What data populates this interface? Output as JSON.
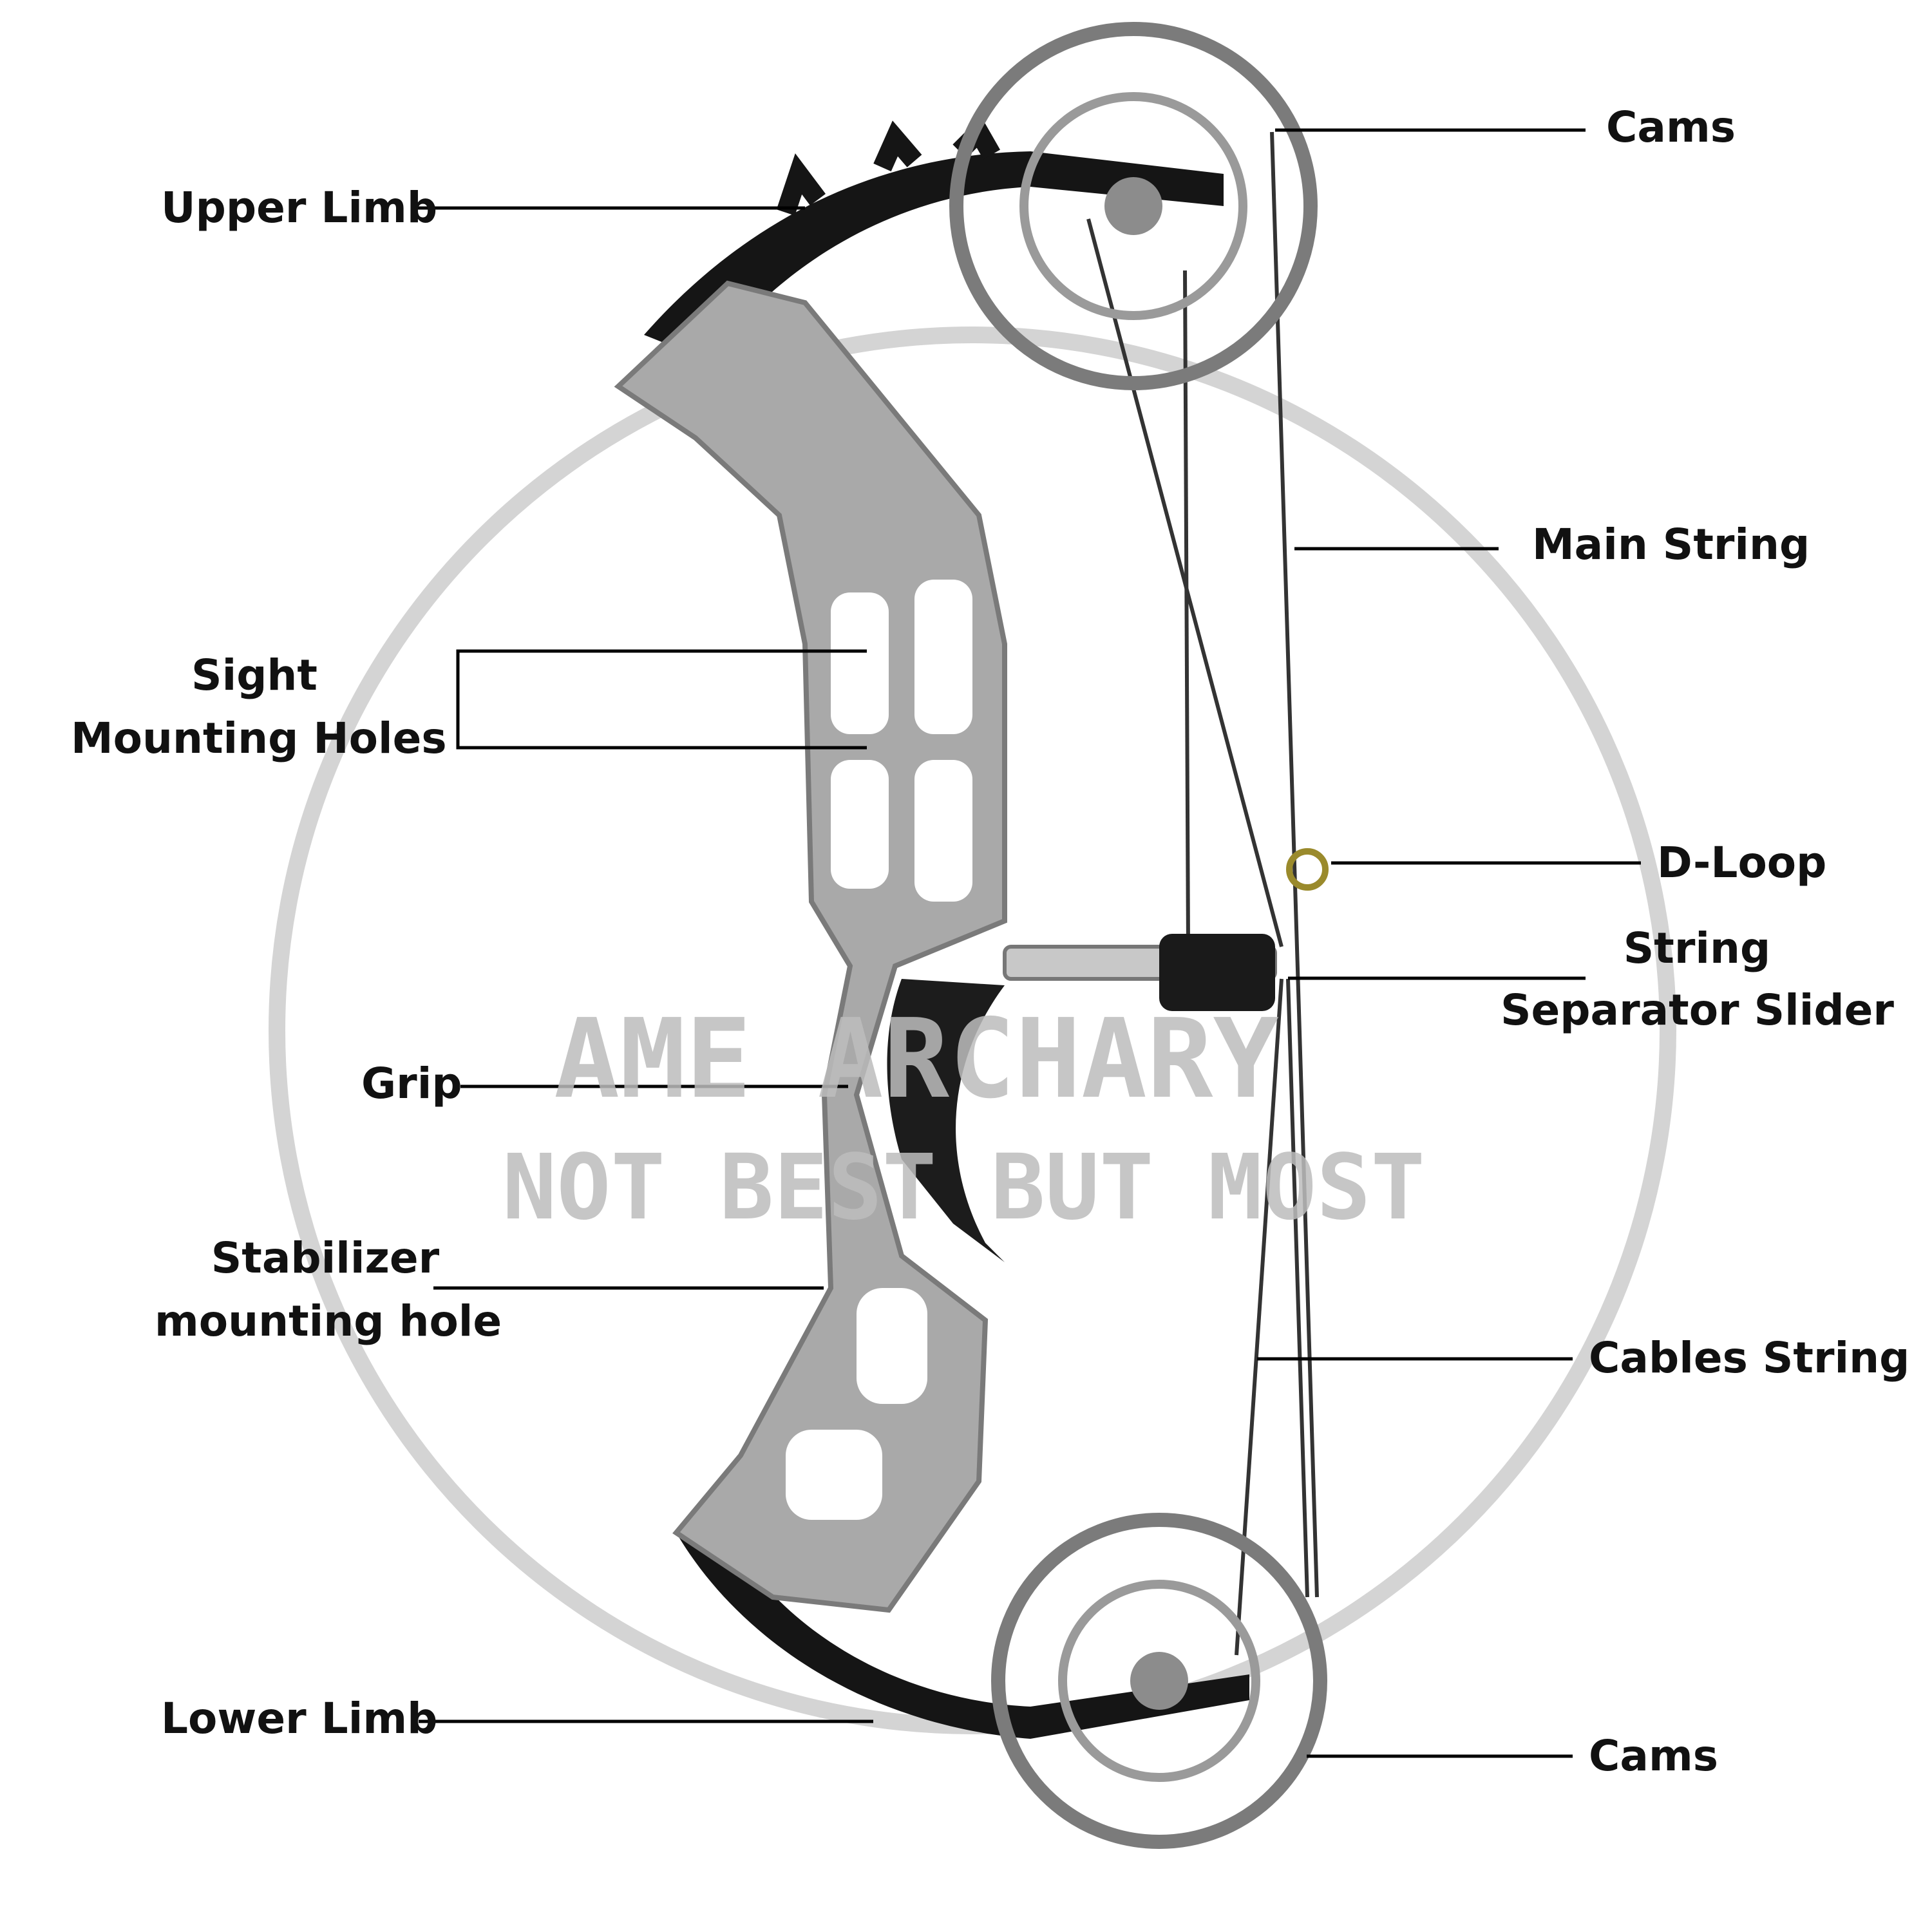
{
  "labels": {
    "cams_top": "Cams",
    "upper_limb": "Upper Limb",
    "main_string": "Main String",
    "sight_line1": "Sight",
    "sight_line2": "Mounting Holes",
    "d_loop": "D-Loop",
    "separator_line1": "String",
    "separator_line2": "Separator Slider",
    "grip": "Grip",
    "stabilizer_line1": "Stabilizer",
    "stabilizer_line2": "mounting hole",
    "cables_string": "Cables String",
    "lower_limb": "Lower Limb",
    "cams_bottom": "Cams"
  },
  "watermark": {
    "line1": "AME ARCHARY",
    "line2": "NOT BEST BUT MOST"
  },
  "colors": {
    "riser": "#a9a9a9",
    "limb": "#151515",
    "leader": "#000000",
    "watermark": "#bdbdbd"
  }
}
